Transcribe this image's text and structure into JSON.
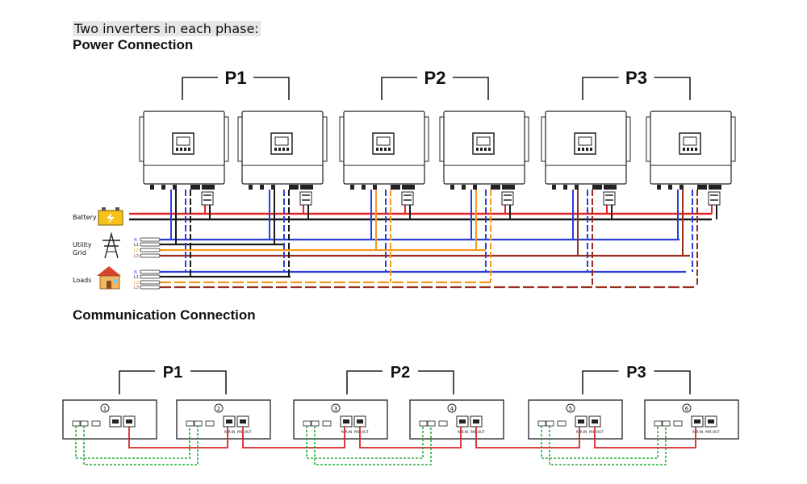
{
  "header": {
    "subtitle": "Two inverters in each phase:",
    "power_title": "Power Connection",
    "comm_title": "Communication Connection"
  },
  "phases": [
    "P1",
    "P2",
    "P3"
  ],
  "sources": {
    "battery": "Battery",
    "grid": "Utility Grid",
    "loads": "Loads"
  },
  "line_labels": [
    "N",
    "L1",
    "L2",
    "L3"
  ],
  "comm_units": [
    {
      "number": "1",
      "par_in": "",
      "par_out": ""
    },
    {
      "number": "2",
      "par_in": "PAR-IN",
      "par_out": "PAR-OUT"
    },
    {
      "number": "3",
      "par_in": "PAR-IN",
      "par_out": "PAR-OUT"
    },
    {
      "number": "4",
      "par_in": "PAR-IN",
      "par_out": "PAR-OUT"
    },
    {
      "number": "5",
      "par_in": "PAR-IN",
      "par_out": "PAR-OUT"
    },
    {
      "number": "6",
      "par_in": "PAR-IN",
      "par_out": "PAR-OUT"
    }
  ],
  "colors": {
    "battery_pos": "#e32626",
    "battery_neg": "#1a1a1a",
    "neutral": "#2b3fd6",
    "l1": "#1a1a1a",
    "l2": "#f59a22",
    "l3": "#9a2e1e",
    "comm_parallel": "#d62828",
    "comm_current": "#2bab3c"
  }
}
